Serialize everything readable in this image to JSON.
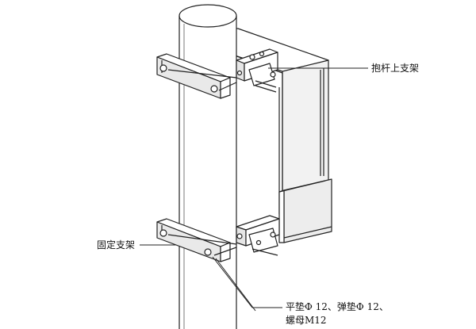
{
  "labels": {
    "upper_bracket": "抱杆上支架",
    "fixed_bracket": "固定支架",
    "washer_line1": "平垫Φ 12、弹垫Φ 12、",
    "washer_line2": "螺母M12"
  },
  "colors": {
    "stroke": "#222222",
    "fill_light": "#ffffff",
    "fill_shade": "#e6e6e6"
  }
}
